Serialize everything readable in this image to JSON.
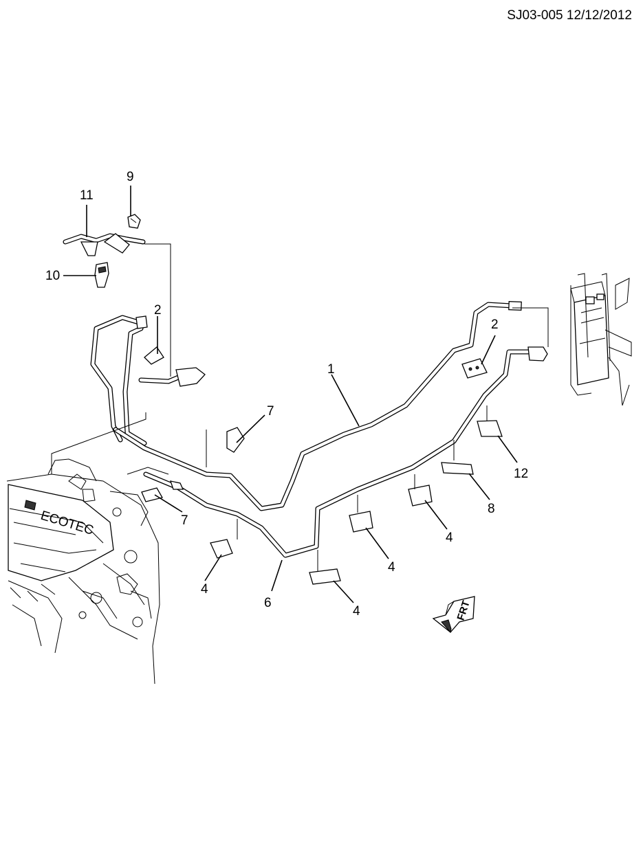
{
  "header": {
    "ref": "SJ03-005 12/12/2012"
  },
  "callouts": [
    {
      "id": "c1",
      "label": "1"
    },
    {
      "id": "c2a",
      "label": "2"
    },
    {
      "id": "c2b",
      "label": "2"
    },
    {
      "id": "c4a",
      "label": "4"
    },
    {
      "id": "c4b",
      "label": "4"
    },
    {
      "id": "c4c",
      "label": "4"
    },
    {
      "id": "c4d",
      "label": "4"
    },
    {
      "id": "c6",
      "label": "6"
    },
    {
      "id": "c7a",
      "label": "7"
    },
    {
      "id": "c7b",
      "label": "7"
    },
    {
      "id": "c8",
      "label": "8"
    },
    {
      "id": "c9",
      "label": "9"
    },
    {
      "id": "c10",
      "label": "10"
    },
    {
      "id": "c11",
      "label": "11"
    },
    {
      "id": "c12",
      "label": "12"
    }
  ],
  "engine_badge": "ECOTEC",
  "front_indicator": "FRT",
  "icons": [
    "engine-assembly-icon",
    "evap-canister-icon",
    "front-direction-arrow-icon",
    "clip-icon"
  ]
}
